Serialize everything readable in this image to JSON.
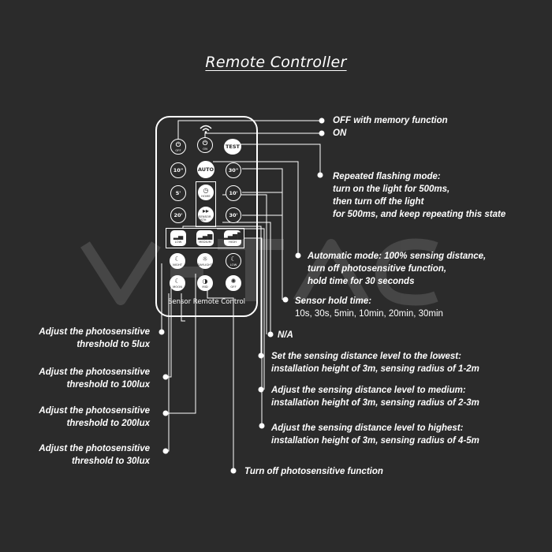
{
  "title": "Remote Controller",
  "watermark": "V-TAC",
  "remote": {
    "caption": "Sensor Remote Control",
    "buttons": {
      "off": "OFF",
      "on": "ON",
      "test": "TEST",
      "t10s": "10\"",
      "auto": "AUTO",
      "t30s": "30\"",
      "t5m": "5'",
      "home": "HOME",
      "t10m": "10'",
      "t20m": "20'",
      "sensorpath": "SENSOR PATH",
      "t30m": "30'",
      "low": "LOW",
      "medium": "MEDIUM",
      "high": "HIGH",
      "night": "NIGHT",
      "daylight": "DAYLIGHT",
      "lux_low": "LOW",
      "moon": "MOON",
      "mid": "MID",
      "off_light": "OFF"
    }
  },
  "callouts": {
    "off_memory": "OFF with memory function",
    "on": "ON",
    "flashing": [
      "Repeated flashing mode:",
      "turn on the light for 500ms,",
      "then turn off the light",
      "for 500ms, and keep repeating this state"
    ],
    "automatic": [
      "Automatic mode: 100% sensing distance,",
      "turn off photosensitive function,",
      "hold time for 30 seconds"
    ],
    "hold_time_label": "Sensor hold time:",
    "hold_time_values": "10s, 30s, 5min, 10min, 20min, 30min",
    "na": "N/A",
    "dist_low": [
      "Set the sensing distance level to the lowest:",
      "installation height of 3m, sensing radius of 1-2m"
    ],
    "dist_medium": [
      "Adjust the sensing distance level to medium:",
      "installation height of 3m, sensing radius of 2-3m"
    ],
    "dist_high": [
      "Adjust the sensing distance level to highest:",
      "installation height of 3m, sensing radius of 4-5m"
    ],
    "photo_off": "Turn off photosensitive function",
    "thr_5lux": [
      "Adjust the photosensitive",
      "threshold to 5lux"
    ],
    "thr_100lux": [
      "Adjust the photosensitive",
      "threshold to 100lux"
    ],
    "thr_200lux": [
      "Adjust the photosensitive",
      "threshold to 200lux"
    ],
    "thr_30lux": [
      "Adjust the photosensitive",
      "threshold to 30lux"
    ]
  }
}
